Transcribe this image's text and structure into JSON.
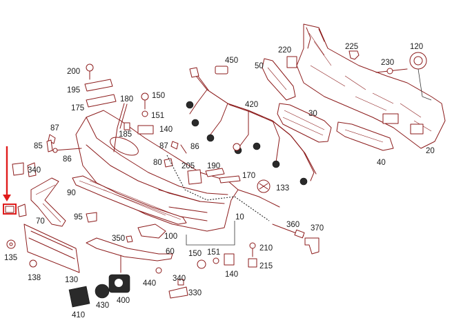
{
  "colors": {
    "part_outline": "#8b1a1a",
    "highlight": "#e01b1b",
    "label_text": "#1a1a1a"
  },
  "highlight": {
    "icon": "red-arrow-icon",
    "target_part": "fog-lamp-cover-bracket"
  },
  "part_numbers": {
    "p20": "20",
    "p30": "30",
    "p40": "40",
    "p50": "50",
    "p60": "60",
    "p70": "70",
    "p80": "80",
    "p85": "85",
    "p86a": "86",
    "p86b": "86",
    "p87a": "87",
    "p87b": "87",
    "p90": "90",
    "p95": "95",
    "p100": "100",
    "p120": "120",
    "p130": "130",
    "p133": "133",
    "p135": "135",
    "p138": "138",
    "p140a": "140",
    "p140b": "140",
    "p150a": "150",
    "p150b": "150",
    "p151a": "151",
    "p151b": "151",
    "p170": "170",
    "p175": "175",
    "p180": "180",
    "p185": "185",
    "p190": "190",
    "p195": "195",
    "p200": "200",
    "p205": "205",
    "p210": "210",
    "p215": "215",
    "p220": "220",
    "p225": "225",
    "p230": "230",
    "p330": "330",
    "p340a": "340",
    "p340b": "340",
    "p350": "350",
    "p360": "360",
    "p370": "370",
    "p400": "400",
    "p410": "410",
    "p420": "420",
    "p430": "430",
    "p440": "440",
    "p450": "450",
    "p10": "10"
  }
}
